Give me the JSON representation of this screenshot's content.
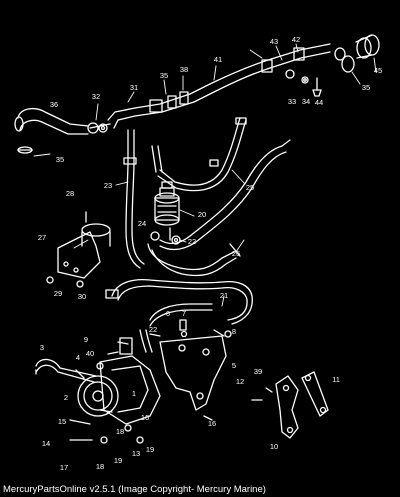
{
  "footer": {
    "text": "MercuryPartsOnline v2.5.1 (Image Copyright- Mercury Marine)"
  },
  "colors": {
    "background": "#000000",
    "ink": "#ffffff"
  },
  "callouts": {
    "c1": "1",
    "c2": "2",
    "c3": "3",
    "c4": "4",
    "c5": "5",
    "c6": "6",
    "c7": "7",
    "c8": "8",
    "c9": "9",
    "c10": "10",
    "c11": "11",
    "c12": "12",
    "c13": "13",
    "c14": "14",
    "c15": "15",
    "c16": "16",
    "c17": "17",
    "c18": "18",
    "c19": "19",
    "c20": "20",
    "c21": "21",
    "c22": "22",
    "c23": "23",
    "c24": "24",
    "c25": "25",
    "c26": "26",
    "c27": "27",
    "c28": "28",
    "c29": "29",
    "c30": "30",
    "c31": "31",
    "c32": "32",
    "c33": "33",
    "c34": "34",
    "c35": "35",
    "c36": "36",
    "c38": "38",
    "c39": "39",
    "c40": "40",
    "c41": "41",
    "c42": "42",
    "c43": "43",
    "c44": "44",
    "c45": "45"
  }
}
